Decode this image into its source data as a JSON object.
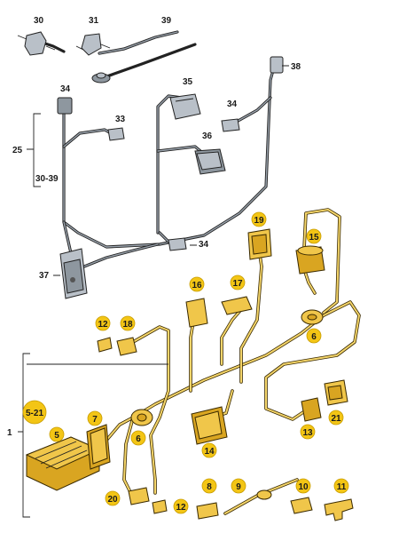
{
  "labels": {
    "l1": "1",
    "l521": "5-21",
    "l5": "5",
    "l6a": "6",
    "l6b": "6",
    "l7": "7",
    "l8": "8",
    "l9": "9",
    "l10": "10",
    "l11": "11",
    "l12a": "12",
    "l12b": "12",
    "l13": "13",
    "l14": "14",
    "l15": "15",
    "l16": "16",
    "l17": "17",
    "l18": "18",
    "l19": "19",
    "l20": "20",
    "l21": "21",
    "l25": "25",
    "l3039": "30-39",
    "l30": "30",
    "l31": "31",
    "l33": "33",
    "l34a": "34",
    "l34b": "34",
    "l34c": "34",
    "l35": "35",
    "l36": "36",
    "l37": "37",
    "l38": "38",
    "l39": "39"
  },
  "colors": {
    "badge_fill": "#f3c515",
    "harness_lower": "#f0c64a",
    "harness_upper": "#9aa3ad"
  }
}
